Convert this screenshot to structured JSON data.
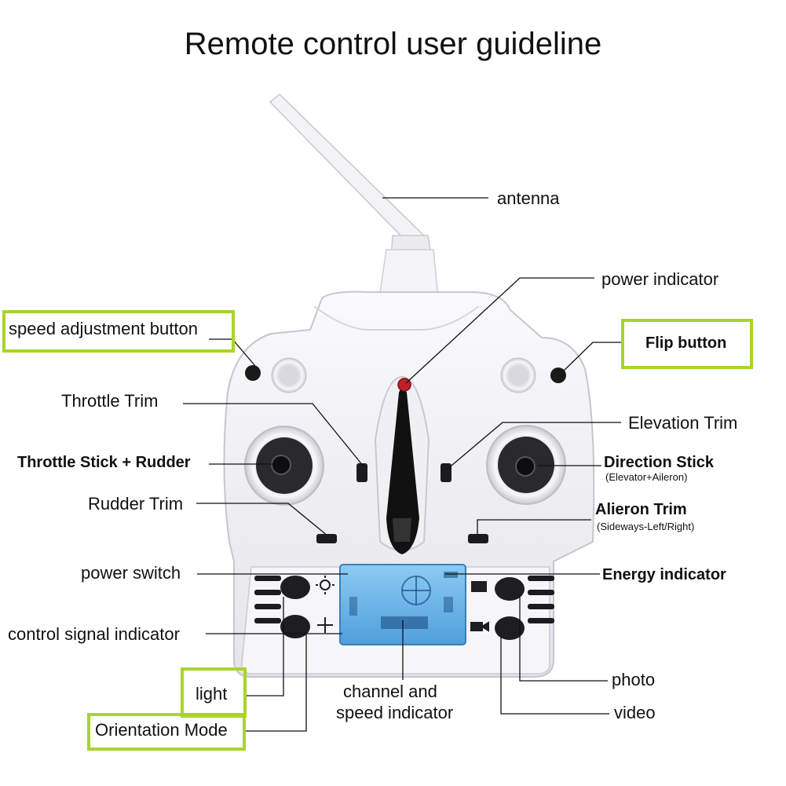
{
  "title": "Remote control user guideline",
  "labels": {
    "antenna": "antenna",
    "power_indicator": "power indicator",
    "speed_adjustment_button": "speed adjustment button",
    "flip_button": "Flip button",
    "throttle_trim": "Throttle Trim",
    "elevation_trim": "Elevation Trim",
    "throttle_stick_rudder": "Throttle Stick + Rudder",
    "direction_stick": "Direction Stick",
    "direction_stick_sub": "(Elevator+Aileron)",
    "rudder_trim": "Rudder Trim",
    "alieron_trim": "Alieron Trim",
    "alieron_trim_sub": "(Sideways-Left/Right)",
    "power_switch": "power switch",
    "energy_indicator": "Energy indicator",
    "control_signal_indicator": "control signal indicator",
    "light": "light",
    "orientation_mode": "Orientation Mode",
    "channel_speed_line1": "channel and",
    "channel_speed_line2": "speed indicator",
    "photo": "photo",
    "video": "video"
  },
  "colors": {
    "highlight_box": "#a9d42c",
    "lcd": "#5fb0e8",
    "controller_body": "#f4f4f7"
  }
}
